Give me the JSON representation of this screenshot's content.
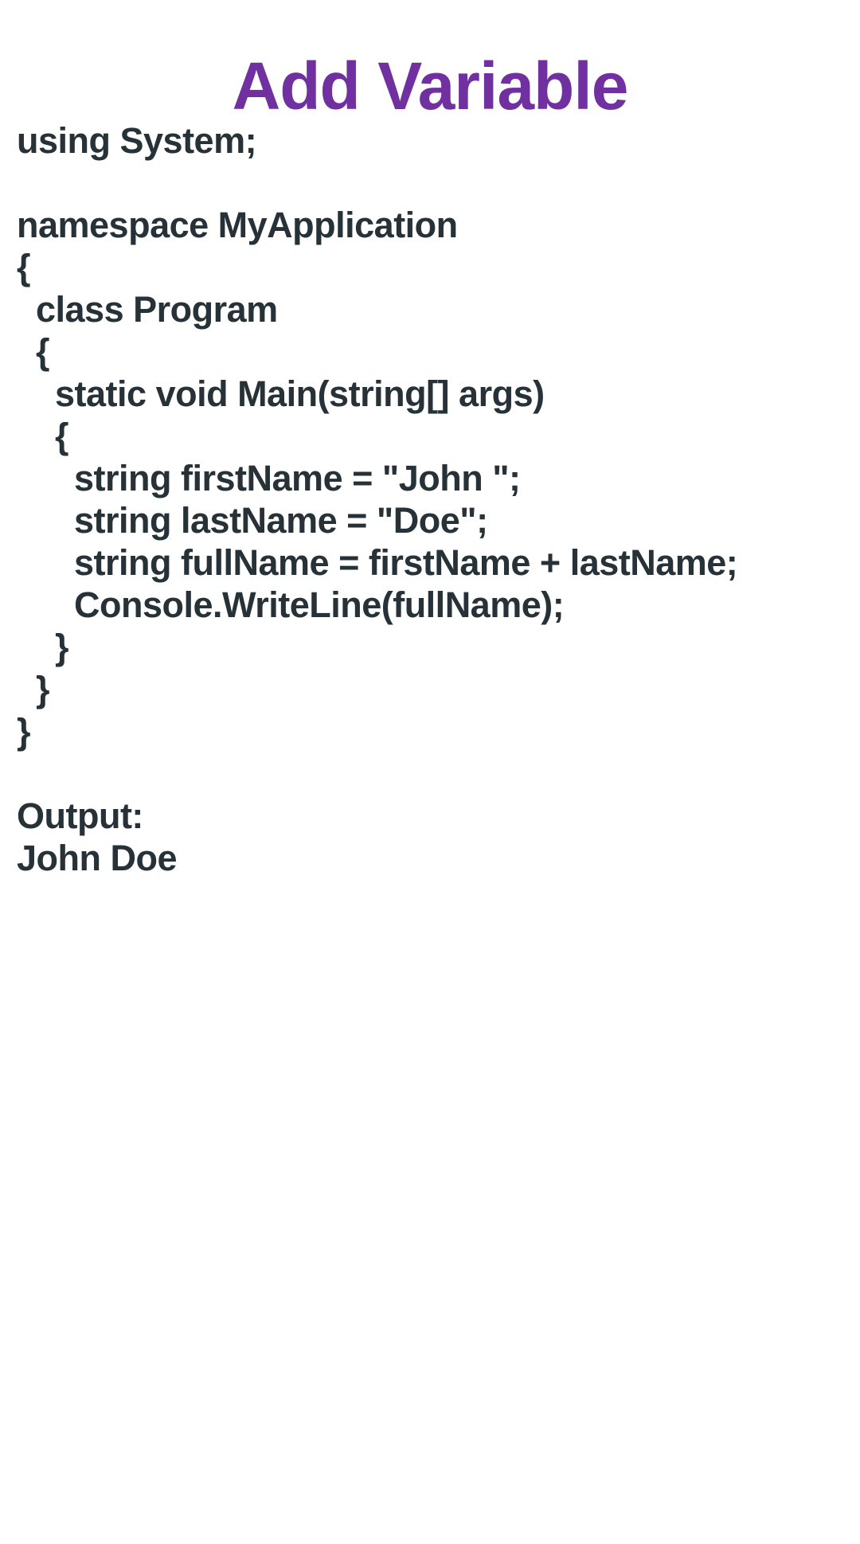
{
  "header": {
    "title": "Add Variable"
  },
  "colors": {
    "title": "#7030a0",
    "text": "#263238",
    "background": "#ffffff"
  },
  "code": {
    "lines": [
      "using System;",
      "",
      "namespace MyApplication",
      "{",
      "  class Program",
      "  {",
      "    static void Main(string[] args)",
      "    {",
      "      string firstName = \"John \";",
      "      string lastName = \"Doe\";",
      "      string fullName = firstName + lastName;",
      "      Console.WriteLine(fullName);",
      "    }",
      "  }",
      "}"
    ]
  },
  "output": {
    "label": "Output:",
    "value": "John Doe"
  }
}
